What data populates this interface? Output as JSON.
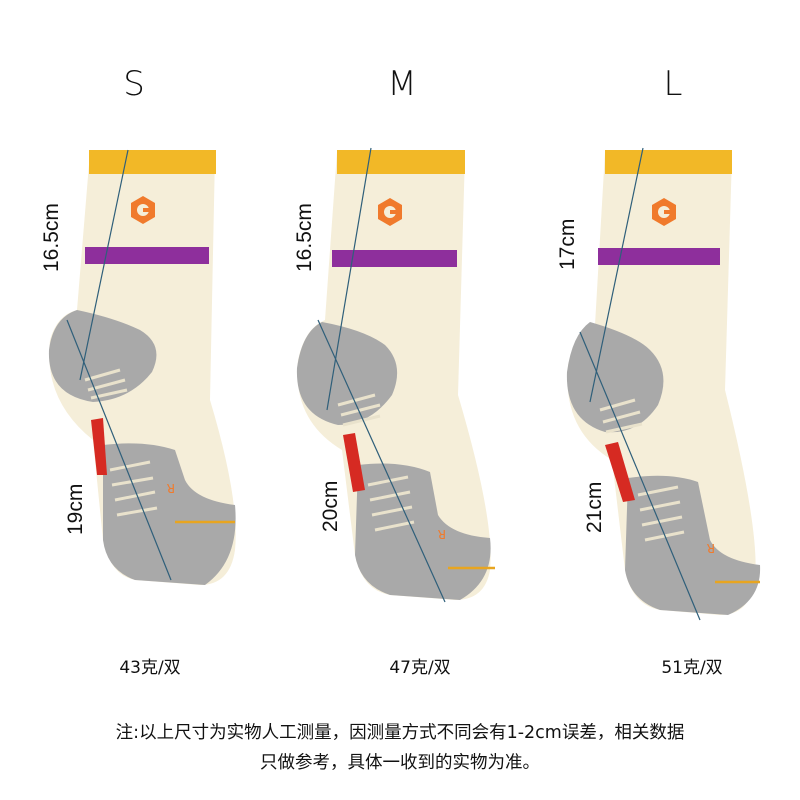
{
  "colors": {
    "sock_body": "#f5eed9",
    "cuff_band": "#f2b827",
    "stripe": "#8e2f9c",
    "heel_toe_gray": "#a9a9a9",
    "logo_orange": "#f07a2c",
    "accent_red": "#d62a22",
    "measure_line": "#2f5f7a"
  },
  "sizes": [
    {
      "label": "S",
      "upper_length": "16.5cm",
      "foot_length": "19cm",
      "weight": "43克/双"
    },
    {
      "label": "M",
      "upper_length": "16.5cm",
      "foot_length": "20cm",
      "weight": "47克/双"
    },
    {
      "label": "L",
      "upper_length": "17cm",
      "foot_length": "21cm",
      "weight": "51克/双"
    }
  ],
  "note": {
    "line1": "注:以上尺寸为实物人工测量，因测量方式不同会有1-2cm误差，相关数据",
    "line2": "只做参考，具体一收到的实物为准。"
  },
  "icons": {
    "logo": "hexagon-logo-icon",
    "toe_mark": "r-letter-mark-icon"
  }
}
